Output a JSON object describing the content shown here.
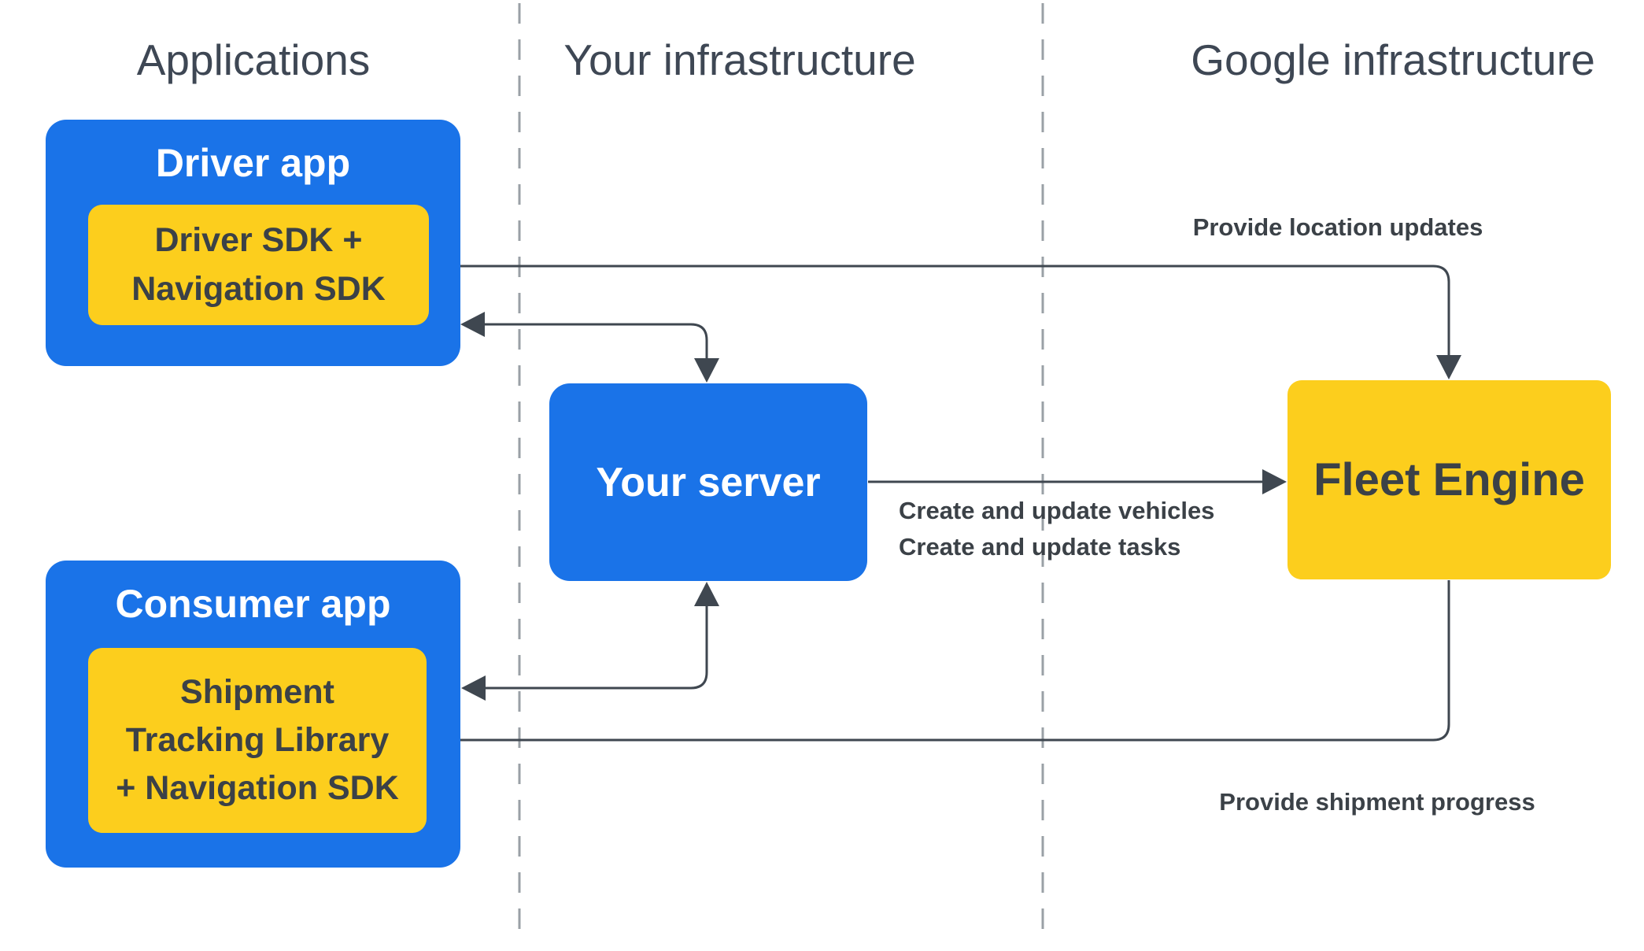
{
  "columns": [
    {
      "label": "Applications"
    },
    {
      "label": "Your infrastructure"
    },
    {
      "label": "Google infrastructure"
    }
  ],
  "nodes": {
    "driver_app": {
      "title": "Driver app",
      "sdk_label": "Driver SDK +\nNavigation SDK"
    },
    "consumer_app": {
      "title": "Consumer app",
      "sdk_label": "Shipment\nTracking Library\n+ Navigation SDK"
    },
    "your_server": {
      "title": "Your server"
    },
    "fleet_engine": {
      "title": "Fleet Engine"
    }
  },
  "edges": {
    "location_updates": {
      "label": "Provide location updates"
    },
    "server_to_fleet": {
      "line1": "Create and update vehicles",
      "line2": "Create and update tasks"
    },
    "shipment_progress": {
      "label": "Provide shipment progress"
    }
  },
  "colors": {
    "box_blue": "#1a73e8",
    "box_yellow": "#fcce1d",
    "text_on_blue": "#ffffff",
    "text_dark": "#3b4147",
    "header_gray": "#3e4754",
    "line": "#3f4750",
    "dashed_gray": "#9aa0a6",
    "background": "#ffffff"
  }
}
